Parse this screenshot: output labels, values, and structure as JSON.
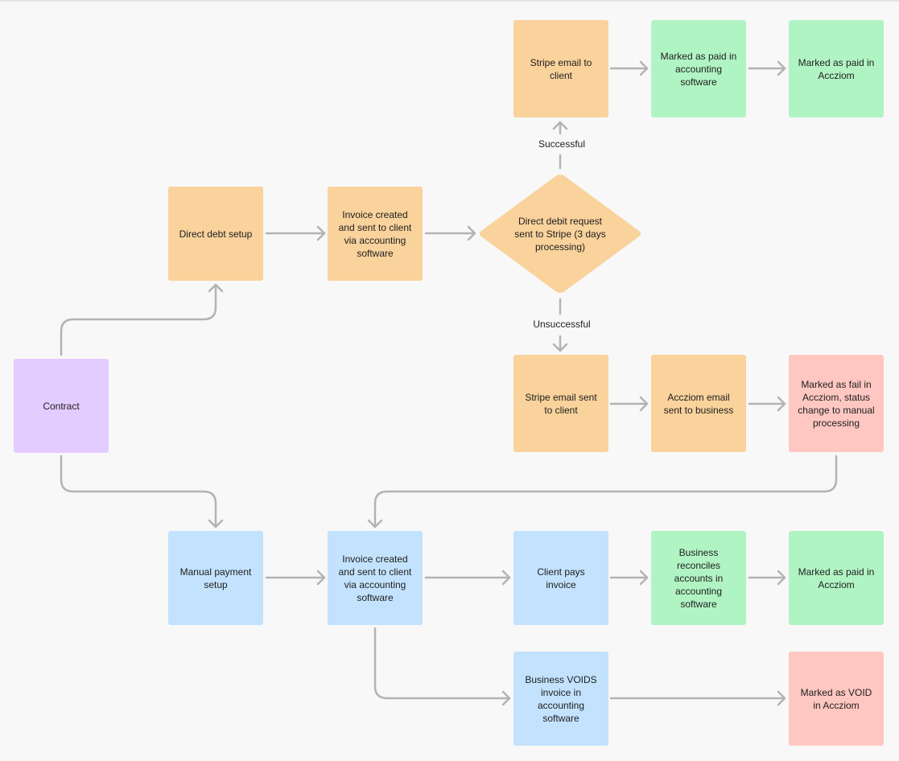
{
  "colors": {
    "purple": "#e3ccff",
    "orange": "#f9d29c",
    "green": "#b1f4c4",
    "red": "#ffc7c1",
    "blue": "#c3e2fd",
    "connector": "#b3b3b3"
  },
  "nodes": {
    "contract": "Contract",
    "direct_debit_setup": "Direct debt setup",
    "dd_invoice_created": "Invoice created and sent to client via accounting software",
    "dd_request_stripe": "Direct debit request sent to Stripe (3 days processing)",
    "stripe_email_to_client": "Stripe email to client",
    "marked_paid_accounting": "Marked as paid in accounting software",
    "marked_paid_accziom_top": "Marked as paid in Accziom",
    "stripe_email_sent_client": "Stripe email sent to client",
    "accziom_email_business": "Accziom email sent to business",
    "marked_fail_accziom": "Marked as fail in Accziom, status change to manual processing",
    "manual_payment_setup": "Manual payment setup",
    "manual_invoice_created": "Invoice created and sent to client via accounting software",
    "client_pays_invoice": "Client pays invoice",
    "business_reconciles": "Business reconciles accounts in accounting software",
    "marked_paid_accziom_bottom": "Marked as paid in Accziom",
    "business_voids_invoice": "Business VOIDS invoice in accounting software",
    "marked_void_accziom": "Marked as VOID in Accziom"
  },
  "edge_labels": {
    "successful": "Successful",
    "unsuccessful": "Unsuccessful"
  }
}
